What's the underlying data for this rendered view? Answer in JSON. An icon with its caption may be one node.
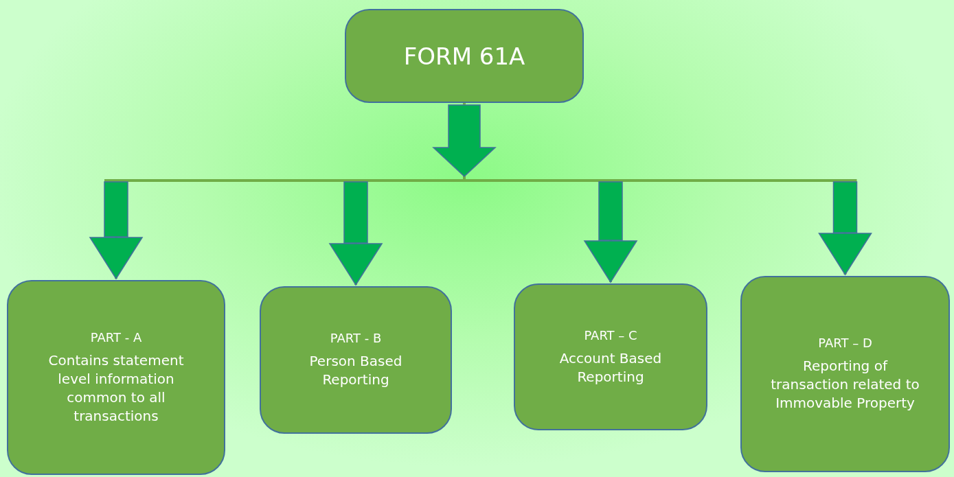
{
  "diagram": {
    "nodes": [
      {
        "text": [
          "FORM 61A"
        ]
      },
      {
        "text": [
          "PART - A",
          "Contains statement level information common to all transactions"
        ]
      },
      {
        "text": [
          "PART - B",
          "Person Based Reporting"
        ]
      },
      {
        "text": [
          "PART – C",
          "Account Based Reporting"
        ]
      },
      {
        "text": [
          "PART – D",
          "Reporting of transaction related to Immovable Property"
        ]
      }
    ],
    "edges": [
      {
        "from": 0,
        "to": 1,
        "arrow": "to"
      },
      {
        "from": 0,
        "to": 2,
        "arrow": "to"
      },
      {
        "from": 0,
        "to": 3,
        "arrow": "to"
      },
      {
        "from": 0,
        "to": 4,
        "arrow": "to"
      }
    ]
  }
}
